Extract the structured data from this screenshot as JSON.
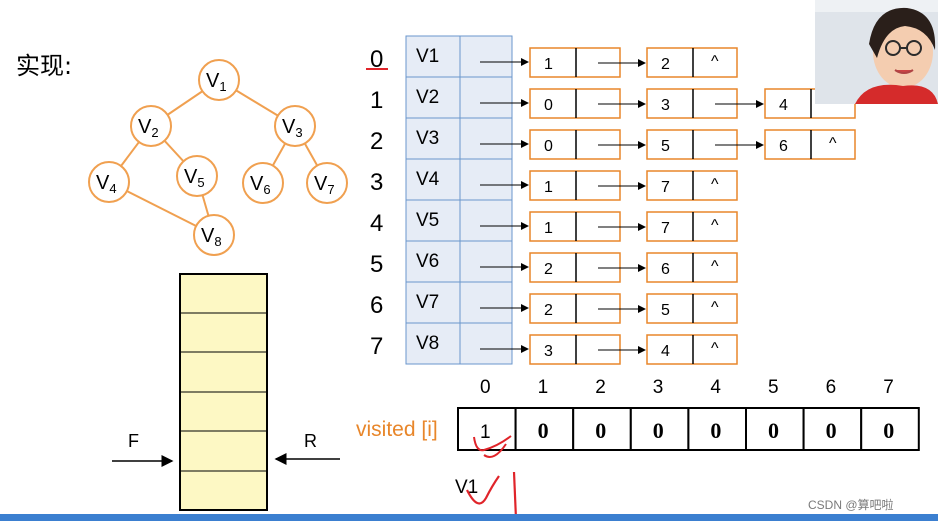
{
  "title": "实现:",
  "graph": {
    "nodes": [
      {
        "id": "v1",
        "main": "V",
        "sub": "1"
      },
      {
        "id": "v2",
        "main": "V",
        "sub": "2"
      },
      {
        "id": "v3",
        "main": "V",
        "sub": "3"
      },
      {
        "id": "v4",
        "main": "V",
        "sub": "4"
      },
      {
        "id": "v5",
        "main": "V",
        "sub": "5"
      },
      {
        "id": "v6",
        "main": "V",
        "sub": "6"
      },
      {
        "id": "v7",
        "main": "V",
        "sub": "7"
      },
      {
        "id": "v8",
        "main": "V",
        "sub": "8"
      }
    ]
  },
  "adjacency": {
    "rows": [
      {
        "index": "0",
        "vertex": "V1",
        "nodes": [
          {
            "v": "1",
            "next": ""
          },
          {
            "v": "2",
            "next": "^"
          }
        ]
      },
      {
        "index": "1",
        "vertex": "V2",
        "nodes": [
          {
            "v": "0",
            "next": ""
          },
          {
            "v": "3",
            "next": ""
          },
          {
            "v": "4",
            "next": ""
          }
        ]
      },
      {
        "index": "2",
        "vertex": "V3",
        "nodes": [
          {
            "v": "0",
            "next": ""
          },
          {
            "v": "5",
            "next": ""
          },
          {
            "v": "6",
            "next": "^"
          }
        ]
      },
      {
        "index": "3",
        "vertex": "V4",
        "nodes": [
          {
            "v": "1",
            "next": ""
          },
          {
            "v": "7",
            "next": "^"
          }
        ]
      },
      {
        "index": "4",
        "vertex": "V5",
        "nodes": [
          {
            "v": "1",
            "next": ""
          },
          {
            "v": "7",
            "next": "^"
          }
        ]
      },
      {
        "index": "5",
        "vertex": "V6",
        "nodes": [
          {
            "v": "2",
            "next": ""
          },
          {
            "v": "6",
            "next": "^"
          }
        ]
      },
      {
        "index": "6",
        "vertex": "V7",
        "nodes": [
          {
            "v": "2",
            "next": ""
          },
          {
            "v": "5",
            "next": "^"
          }
        ]
      },
      {
        "index": "7",
        "vertex": "V8",
        "nodes": [
          {
            "v": "3",
            "next": ""
          },
          {
            "v": "4",
            "next": "^"
          }
        ]
      }
    ]
  },
  "visited": {
    "label": "visited [i]",
    "headers": [
      "0",
      "1",
      "2",
      "3",
      "4",
      "5",
      "6",
      "7"
    ],
    "values": [
      "1",
      "0",
      "0",
      "0",
      "0",
      "0",
      "0",
      "0"
    ]
  },
  "queue": {
    "front_label": "F",
    "rear_label": "R"
  },
  "annotation": {
    "handwritten": "V1"
  },
  "watermark": "CSDN @算吧啦",
  "colors": {
    "accent": "#e8862a",
    "node_stroke": "#f0a050",
    "index_fill": "#e6ecf6",
    "index_stroke": "#6a96cc",
    "queue_fill": "#fdf8c4",
    "ink": "#e0242a"
  }
}
